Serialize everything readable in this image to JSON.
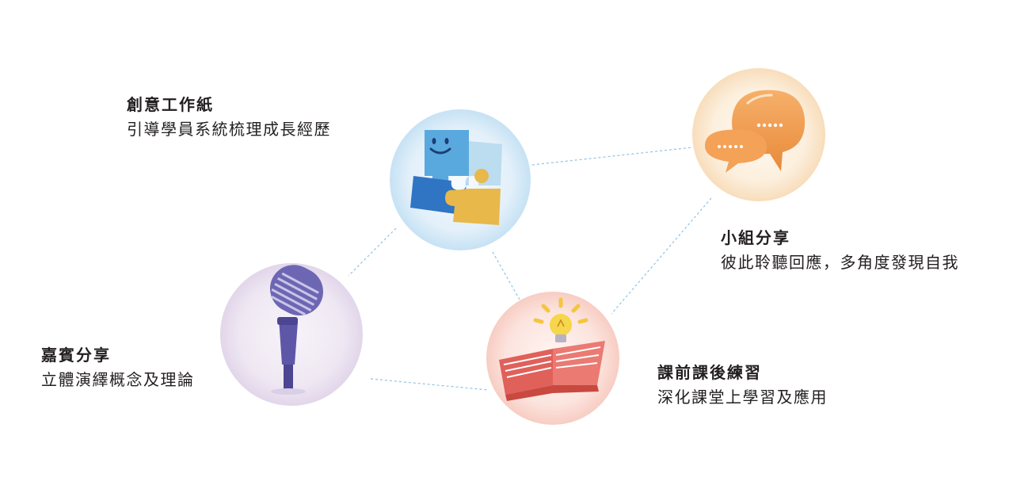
{
  "nodes": {
    "worksheet": {
      "title": "創意工作紙",
      "desc": "引導學員系統梳理成長經歷",
      "icon": "puzzle-smile-icon",
      "color": "#cfe6f6"
    },
    "group": {
      "title": "小組分享",
      "desc": "彼此聆聽回應，多角度發現自我",
      "icon": "speech-bubbles-icon",
      "color": "#fbe6cf"
    },
    "guest": {
      "title": "嘉賓分享",
      "desc": "立體演繹概念及理論",
      "icon": "microphone-icon",
      "color": "#ebe2f0"
    },
    "practice": {
      "title": "課前課後練習",
      "desc": "深化課堂上學習及應用",
      "icon": "book-lightbulb-icon",
      "color": "#fbdcd6"
    }
  },
  "connector_color": "#8fc3e4"
}
